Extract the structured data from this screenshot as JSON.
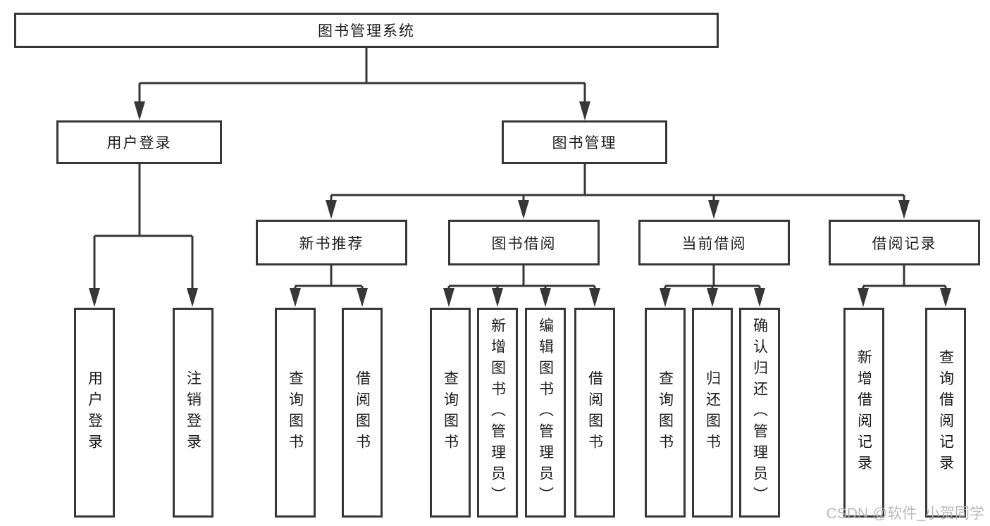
{
  "diagram_type": "hierarchy-tree",
  "title": "图书管理系统",
  "watermark": "CSDN @软件_小贺同学",
  "colors": {
    "line": "#373737",
    "box_background": "#ffffff",
    "text": "#1c1c1c",
    "watermark": "#b3b3b3"
  },
  "nodes": {
    "root": {
      "label": "图书管理系统"
    },
    "user_login": {
      "label": "用户登录"
    },
    "book_mgmt": {
      "label": "图书管理"
    },
    "new_book_rec": {
      "label": "新书推荐"
    },
    "book_borrow": {
      "label": "图书借阅"
    },
    "current_borrow": {
      "label": "当前借阅"
    },
    "borrow_records": {
      "label": "借阅记录"
    },
    "ul_user_login": {
      "label": "用户登录"
    },
    "ul_logout": {
      "label": "注销登录"
    },
    "nb_query_books": {
      "label": "查询图书"
    },
    "nb_borrow_books": {
      "label": "借阅图书"
    },
    "bb_query_books": {
      "label": "查询图书"
    },
    "bb_add_books": {
      "label": "新增图书（管理员）"
    },
    "bb_edit_books": {
      "label": "编辑图书（管理员）"
    },
    "bb_borrow_books": {
      "label": "借阅图书"
    },
    "cb_query_books": {
      "label": "查询图书"
    },
    "cb_return_books": {
      "label": "归还图书"
    },
    "cb_confirm_return": {
      "label": "确认归还（管理员）"
    },
    "br_add_record": {
      "label": "新增借阅记录"
    },
    "br_query_record": {
      "label": "查询借阅记录"
    }
  },
  "hierarchy": {
    "图书管理系统": [
      "用户登录",
      "图书管理"
    ],
    "用户登录": [
      "用户登录",
      "注销登录"
    ],
    "图书管理": [
      "新书推荐",
      "图书借阅",
      "当前借阅",
      "借阅记录"
    ],
    "新书推荐": [
      "查询图书",
      "借阅图书"
    ],
    "图书借阅": [
      "查询图书",
      "新增图书（管理员）",
      "编辑图书（管理员）",
      "借阅图书"
    ],
    "当前借阅": [
      "查询图书",
      "归还图书",
      "确认归还（管理员）"
    ],
    "借阅记录": [
      "新增借阅记录",
      "查询借阅记录"
    ]
  }
}
